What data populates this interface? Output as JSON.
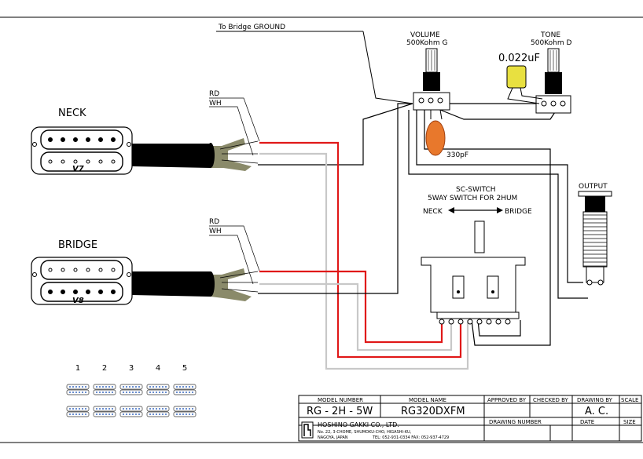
{
  "diagram": {
    "bridge_ground_label": "To Bridge GROUND",
    "volume_label": "VOLUME",
    "volume_value": "500Kohm G",
    "tone_label": "TONE",
    "tone_value": "500Kohm D",
    "cap_tone_value": "0.022uF",
    "cap_volume_value": "330pF",
    "neck_label": "NECK",
    "bridge_label": "BRIDGE",
    "neck_model": "V7",
    "bridge_model": "V8",
    "neck_wire_rd": "RD",
    "neck_wire_wh": "WH",
    "bridge_wire_rd": "RD",
    "bridge_wire_wh": "WH",
    "switch_title": "SC-SWITCH",
    "switch_subtitle": "5WAY SWITCH FOR 2HUM",
    "switch_left": "NECK",
    "switch_right": "BRIDGE",
    "output_label": "OUTPUT",
    "positions": [
      "1",
      "2",
      "3",
      "4",
      "5"
    ],
    "colors": {
      "hot": "#e01818",
      "white_wire": "#c8c8c8",
      "cap_orange": "#e8782c",
      "cap_yellow": "#e8e040"
    }
  },
  "title_block": {
    "model_number_header": "MODEL NUMBER",
    "model_number": "RG - 2H - 5W",
    "model_name_header": "MODEL NAME",
    "model_name": "RG320DXFM",
    "approved_by_header": "APPROVED BY",
    "checked_by_header": "CHECKED BY",
    "drawing_by_header": "DRAWING BY",
    "drawing_by": "A. C.",
    "scale_header": "SCALE",
    "company": "HOSHINO GAKKI CO., LTD.",
    "address1": "No. 22, 3-CHOME, SHUMOKU-CHO, HIGASHI-KU,",
    "address2": "NAGOYA, JAPAN",
    "phone": "TEL: 052-931-0334  FAX: 052-937-4729",
    "drawing_number_header": "DRAWING NUMBER",
    "date_header": "DATE",
    "size_header": "SIZE"
  }
}
